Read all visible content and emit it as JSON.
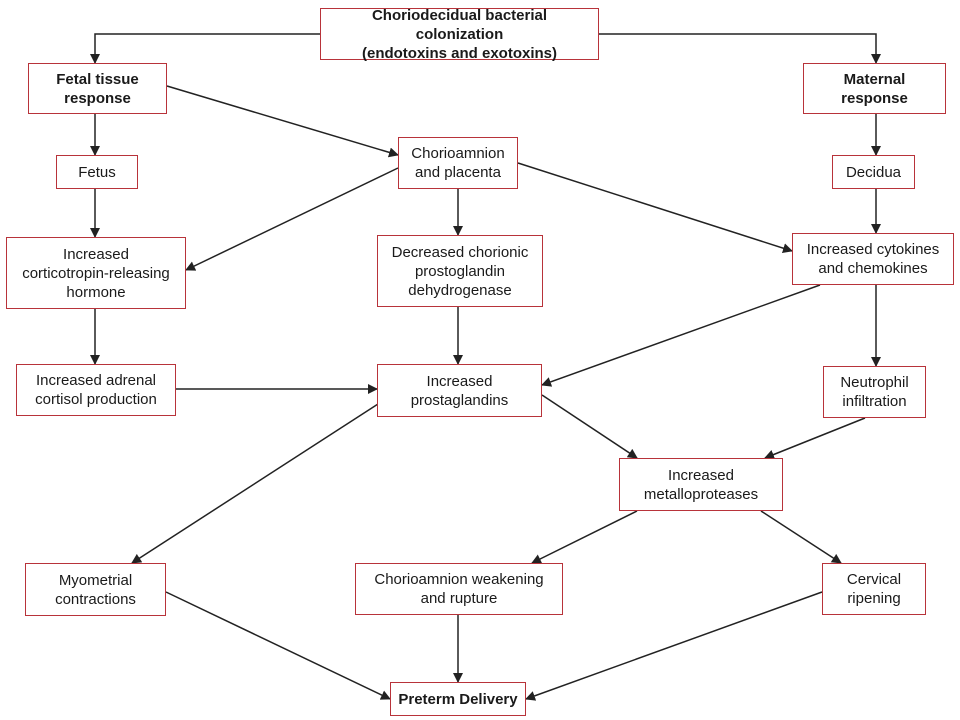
{
  "colors": {
    "box_border": "#b8333a",
    "arrow": "#222222"
  },
  "nodes": {
    "colonization": "Choriodecidual bacterial colonization\n(endotoxins and exotoxins)",
    "fetal_response": "Fetal tissue\nresponse",
    "maternal_response": "Maternal\nresponse",
    "fetus": "Fetus",
    "chorioamnion_placenta": "Chorioamnion\nand placenta",
    "decidua": "Decidua",
    "crh": "Increased\ncorticotropin-releasing\nhormone",
    "pgdh": "Decreased chorionic\nprostoglandin\ndehydrogenase",
    "cytokines": "Increased cytokines\nand chemokines",
    "cortisol": "Increased adrenal\ncortisol production",
    "prostaglandins": "Increased\nprostaglandins",
    "neutrophil": "Neutrophil\ninfiltration",
    "metalloproteases": "Increased\nmetalloproteases",
    "myometrial": "Myometrial\ncontractions",
    "weakening": "Chorioamnion weakening\nand rupture",
    "cervical": "Cervical\nripening",
    "preterm": "Preterm Delivery"
  },
  "edges": [
    [
      "colonization",
      "fetal_response"
    ],
    [
      "colonization",
      "maternal_response"
    ],
    [
      "fetal_response",
      "fetus"
    ],
    [
      "fetal_response",
      "chorioamnion_placenta"
    ],
    [
      "maternal_response",
      "decidua"
    ],
    [
      "fetus",
      "crh"
    ],
    [
      "chorioamnion_placenta",
      "crh"
    ],
    [
      "chorioamnion_placenta",
      "pgdh"
    ],
    [
      "chorioamnion_placenta",
      "cytokines"
    ],
    [
      "decidua",
      "cytokines"
    ],
    [
      "crh",
      "cortisol"
    ],
    [
      "cortisol",
      "prostaglandins"
    ],
    [
      "pgdh",
      "prostaglandins"
    ],
    [
      "cytokines",
      "prostaglandins"
    ],
    [
      "cytokines",
      "neutrophil"
    ],
    [
      "neutrophil",
      "metalloproteases"
    ],
    [
      "prostaglandins",
      "metalloproteases"
    ],
    [
      "prostaglandins",
      "myometrial"
    ],
    [
      "metalloproteases",
      "weakening"
    ],
    [
      "metalloproteases",
      "cervical"
    ],
    [
      "myometrial",
      "preterm"
    ],
    [
      "weakening",
      "preterm"
    ],
    [
      "cervical",
      "preterm"
    ]
  ]
}
